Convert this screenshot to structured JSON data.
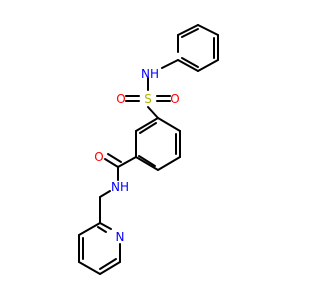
{
  "molecule": {
    "atoms": {
      "nh_sulfonamide": "NH",
      "sulfur": "S",
      "o_upper": "O",
      "o_lower": "O",
      "o_carbonyl": "O",
      "nh_amide": "NH",
      "n_pyridine": "N"
    },
    "colors": {
      "bond": "#000000",
      "nitrogen": "#0000ff",
      "oxygen": "#ff0000",
      "sulfur": "#b3b300"
    }
  }
}
